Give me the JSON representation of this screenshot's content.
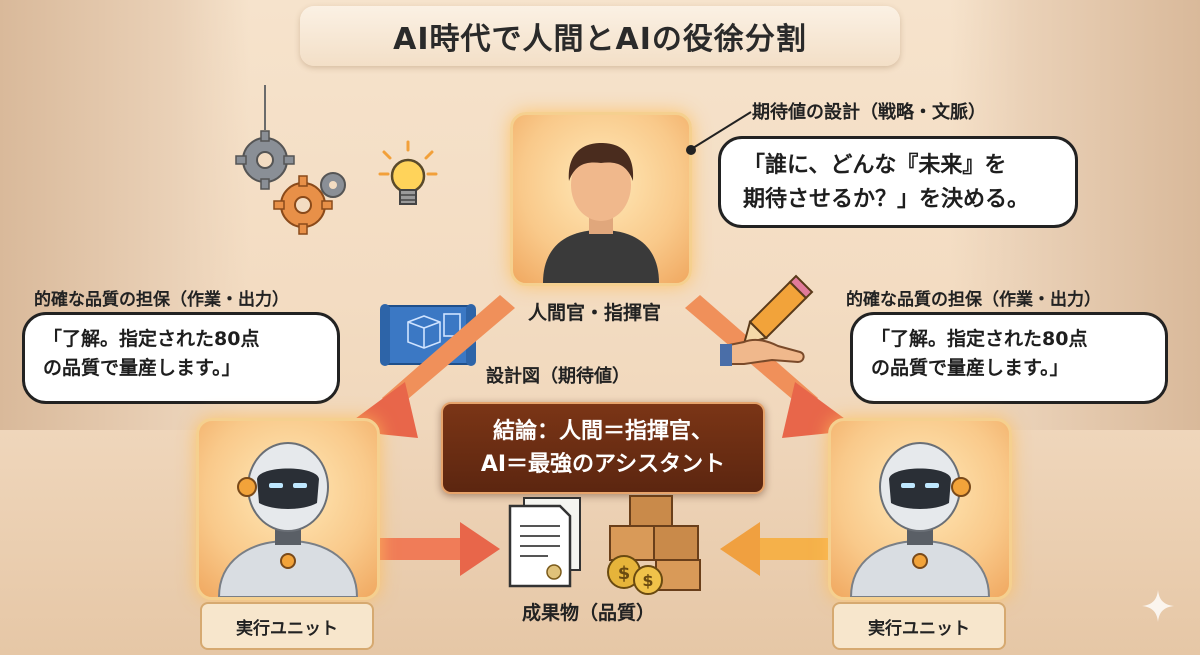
{
  "title": "AI時代で人間とAIの役徐分割",
  "human": {
    "role_heading": "期待値の設計（戦略・文脈）",
    "speech_line1": "「誰に、どんな『未来』を",
    "speech_line2": "期待させるか？」を決める。",
    "name": "人間官・指揮官"
  },
  "blueprint_label": "設計図（期待値）",
  "left_unit": {
    "heading": "的確な品質の担保（作業・出力）",
    "speech_line1": "「了解。指定された80点",
    "speech_line2": "の品質で量産します。」",
    "name": "実行ユニット"
  },
  "right_unit": {
    "heading": "的確な品質の担保（作業・出力）",
    "speech_line1": "「了解。指定された80点",
    "speech_line2": "の品質で量産します。」",
    "name": "実行ユニット"
  },
  "conclusion": {
    "line1": "結論：人間＝指揮官、",
    "line2": "AI＝最強のアシスタント"
  },
  "output_label": "成果物（品質）",
  "colors": {
    "arrow": "#e8664a",
    "arrow_yellow": "#f5b14a",
    "conclusion_bg": "#6b2c12",
    "glow": "#f9c98a"
  },
  "icons": [
    "gear-icon",
    "lightbulb-icon",
    "blueprint-icon",
    "pencil-icon",
    "hand-icon",
    "document-icon",
    "boxes-icon",
    "coin-icon",
    "sparkle-icon"
  ]
}
